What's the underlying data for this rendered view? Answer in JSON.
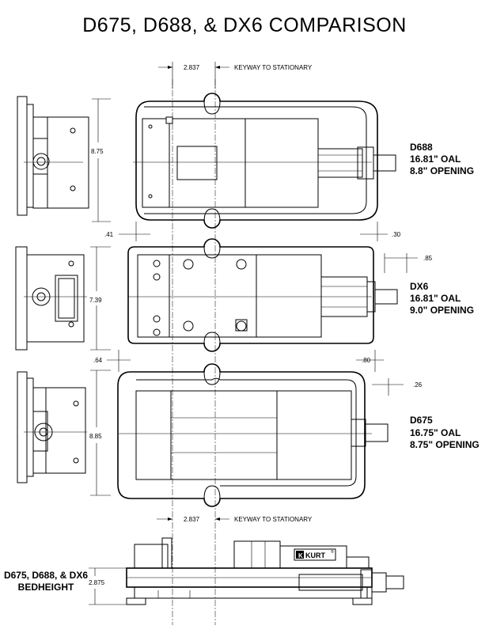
{
  "title": "D675, D688, & DX6 COMPARISON",
  "keyway_top": {
    "value": "2.837",
    "note": "KEYWAY TO STATIONARY"
  },
  "keyway_bottom": {
    "value": "2.837",
    "note": "KEYWAY TO STATIONARY"
  },
  "models": [
    {
      "name": "D688",
      "oal": "16.81\" OAL",
      "opening": "8.8\" OPENING",
      "width_dim": "8.75",
      "left_offset": ".41",
      "right_offset": ".30"
    },
    {
      "name": "DX6",
      "oal": "16.81\" OAL",
      "opening": "9.0\" OPENING",
      "width_dim": "7.39",
      "left_offset": ".64",
      "right_offset": ".80",
      "right_offset2": ".85"
    },
    {
      "name": "D675",
      "oal": "16.75\" OAL",
      "opening": "8.75\" OPENING",
      "width_dim": "8.85",
      "right_offset": ".26"
    }
  ],
  "bedheight": {
    "line1": "D675, D688, & DX6",
    "line2": "BEDHEIGHT",
    "value": "2.875"
  },
  "brand": "KURT",
  "registered_mark": "®"
}
